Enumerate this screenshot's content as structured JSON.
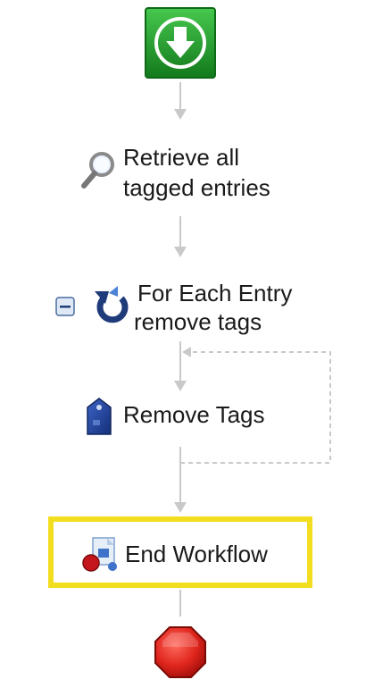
{
  "workflow": {
    "start": {
      "icon": "start-arrow-down-icon"
    },
    "steps": {
      "retrieve": {
        "label_line1": "Retrieve all",
        "label_line2": "tagged entries",
        "icon": "magnifier-search-icon"
      },
      "foreach": {
        "label_line1": "For Each Entry",
        "label_line2": "remove tags",
        "icon": "loop-arrow-icon",
        "collapse_icon": "minus-collapse-icon"
      },
      "remove_tags": {
        "label": "Remove Tags",
        "icon": "tag-icon"
      },
      "end_workflow": {
        "label": "End Workflow",
        "icon": "end-workflow-icon",
        "selected": true
      }
    },
    "end": {
      "icon": "stop-octagon-icon"
    }
  },
  "colors": {
    "start_green": "#1e9a2a",
    "stop_red": "#d81f1f",
    "connector_gray": "#c9c9c9",
    "selection_yellow": "#f2de1f"
  }
}
